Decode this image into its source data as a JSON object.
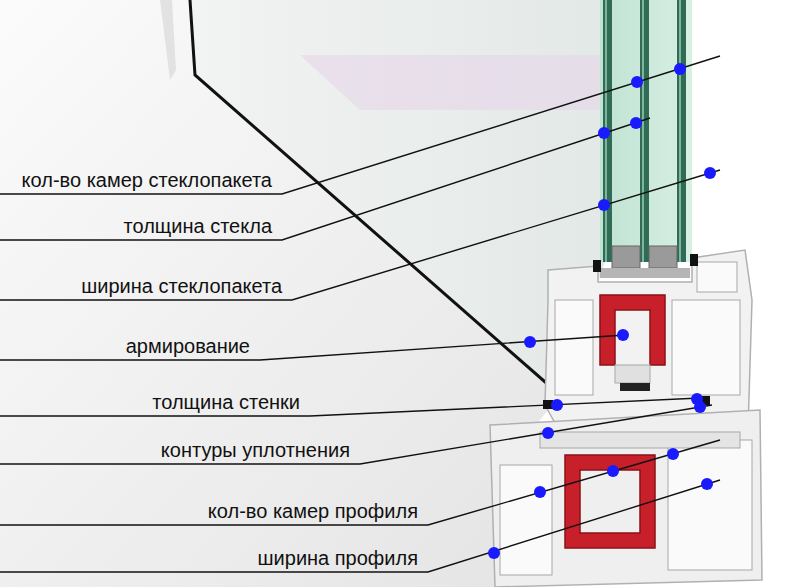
{
  "diagram": {
    "labels": [
      "кол-во камер стеклопакета",
      "толщина стекла",
      "ширина стеклопакета",
      "армирование",
      "толщина стенки",
      "контуры уплотнения",
      "кол-во камер профиля",
      "ширина профиля"
    ]
  }
}
